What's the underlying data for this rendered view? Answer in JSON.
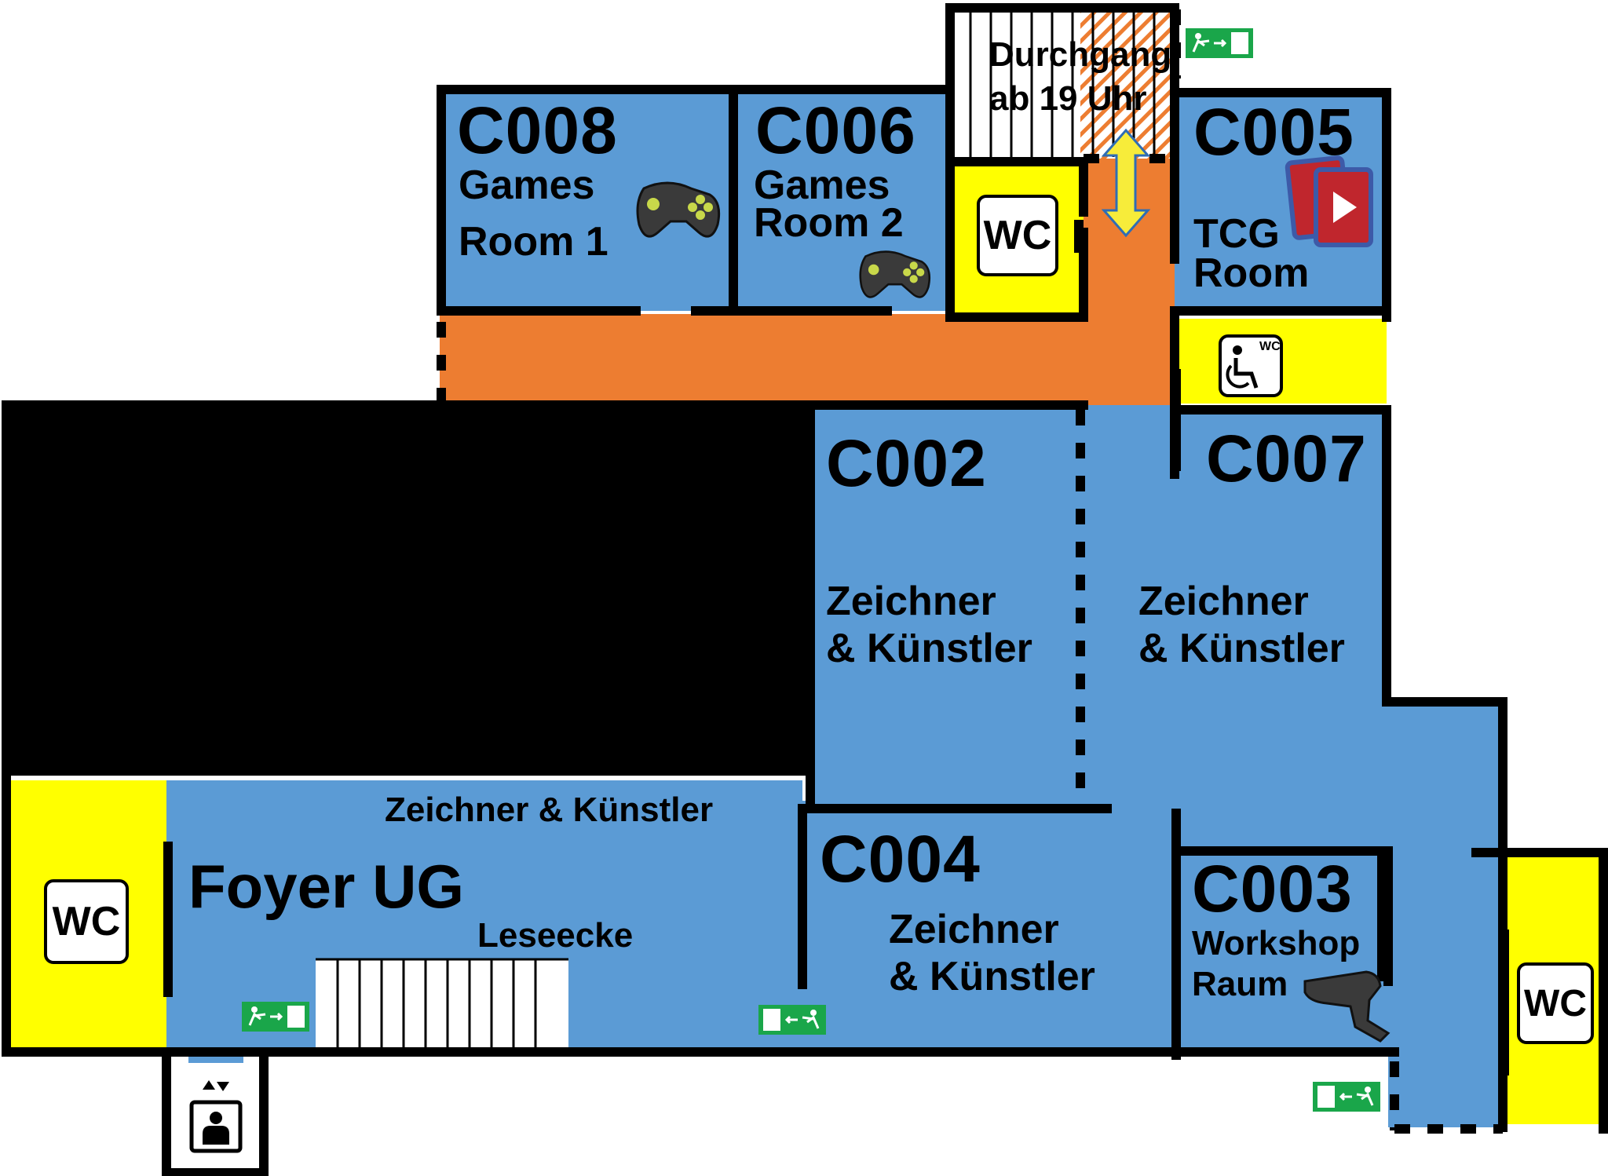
{
  "rooms": {
    "c008": {
      "code": "C008",
      "line1": "Games",
      "line2": "Room 1"
    },
    "c006": {
      "code": "C006",
      "line1": "Games",
      "line2": "Room 2"
    },
    "c005": {
      "code": "C005",
      "line1": "TCG",
      "line2": "Room"
    },
    "c002": {
      "code": "C002",
      "line1": "Zeichner",
      "line2": "&  Künstler"
    },
    "c007": {
      "code": "C007",
      "line1": "Zeichner",
      "line2": "&  Künstler"
    },
    "c004": {
      "code": "C004",
      "line1": "Zeichner",
      "line2": "&  Künstler"
    },
    "c003": {
      "code": "C003",
      "line1": "Workshop",
      "line2": "Raum"
    },
    "foyer": {
      "title": "Foyer UG",
      "subtitle": "Zeichner & Künstler",
      "reading": "Leseecke"
    }
  },
  "passage": {
    "line1": "Durchgang",
    "line2": "ab 19 Uhr"
  },
  "wc_label": "WC",
  "accessible_wc_label": "WC",
  "icons": [
    "gamepad-icon",
    "trading-cards-icon",
    "glue-gun-icon",
    "emergency-exit-icon",
    "elevator-icon",
    "accessible-wc-icon",
    "double-arrow-icon"
  ],
  "colors": {
    "room": "#5b9bd5",
    "corridor": "#ed7d31",
    "wc": "#ffff00",
    "wall": "#000000",
    "exit": "#1aa64a",
    "arrow": "#f7ec3a"
  }
}
